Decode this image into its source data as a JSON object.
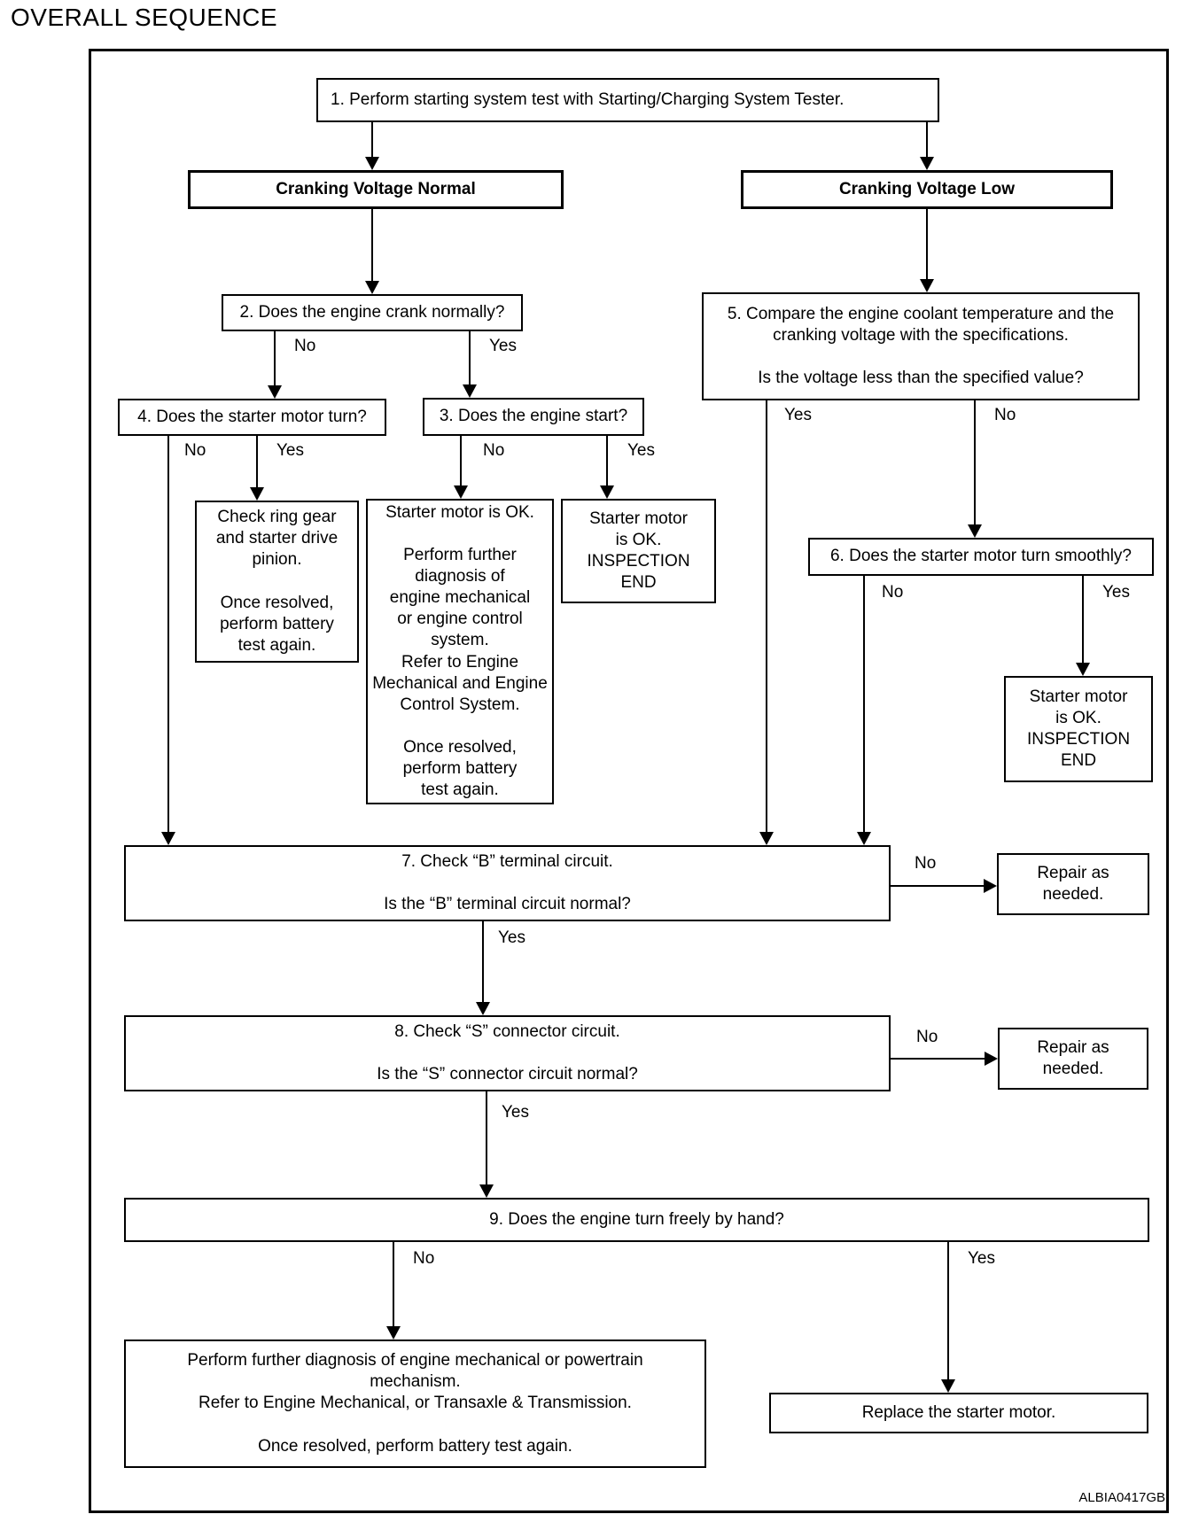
{
  "title": "OVERALL SEQUENCE",
  "watermark": "ALBIA0417GB",
  "labels": {
    "yes": "Yes",
    "no": "No"
  },
  "nodes": {
    "step1": "1. Perform starting system test with Starting/Charging System Tester.",
    "cranking_normal": "Cranking Voltage Normal",
    "cranking_low": "Cranking Voltage Low",
    "step2": "2. Does the engine crank normally?",
    "step3": "3. Does the engine start?",
    "step4": "4. Does the starter motor turn?",
    "step5": "5. Compare the engine coolant temperature and the\ncranking voltage with the specifications.\n\nIs the voltage less than the specified value?",
    "ring_gear": "Check ring gear\nand starter drive\npinion.\n\nOnce resolved,\nperform battery\ntest again.",
    "starter_ok_diag": "Starter motor is OK.\n\nPerform further\ndiagnosis of\nengine mechanical\nor engine control\nsystem.\nRefer to Engine\nMechanical and Engine\nControl System.\n\nOnce resolved,\nperform battery\ntest again.",
    "inspection_end_left": "Starter motor\nis OK.\nINSPECTION\nEND",
    "step6": "6. Does the starter motor turn smoothly?",
    "inspection_end_right": "Starter motor\nis OK.\nINSPECTION\nEND",
    "step7": "7. Check “B” terminal circuit.\n\nIs the “B” terminal circuit normal?",
    "repair_b": "Repair as\nneeded.",
    "step8": "8. Check “S” connector circuit.\n\nIs the “S” connector circuit normal?",
    "repair_s": "Repair as\nneeded.",
    "step9": "9. Does the engine turn freely by hand?",
    "further_diagnosis": "Perform further diagnosis of engine mechanical or powertrain\nmechanism.\nRefer to Engine Mechanical, or Transaxle & Transmission.\n\nOnce resolved, perform battery test again.",
    "replace_starter": "Replace the starter motor."
  }
}
